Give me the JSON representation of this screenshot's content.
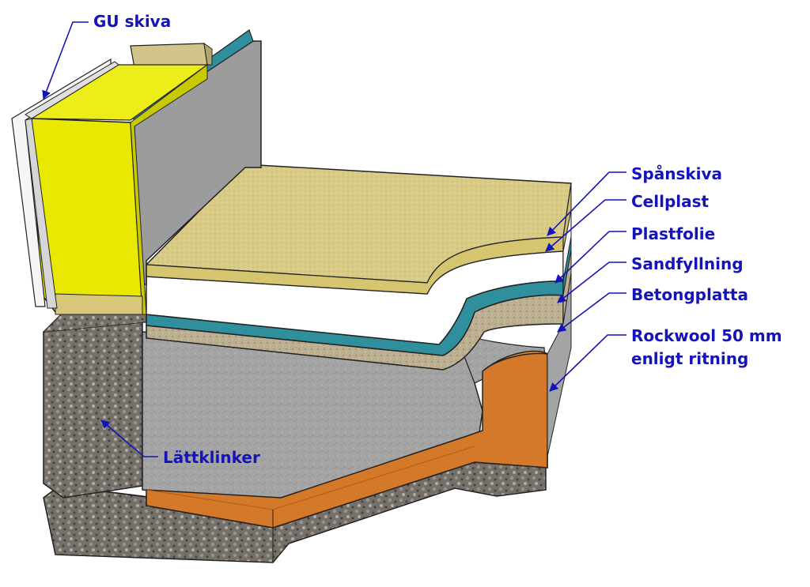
{
  "labels": {
    "gu_skiva": "GU skiva",
    "spanskiva": "Spånskiva",
    "cellplast": "Cellplast",
    "plastfolie": "Plastfolie",
    "sandfyllning": "Sandfyllning",
    "betongplatta": "Betongplatta",
    "rockwool_line1": "Rockwool 50 mm",
    "rockwool_line2": "enligt ritning",
    "lattklinker": "Lättklinker"
  },
  "colors": {
    "label_text": "#1414b8",
    "leader_line": "#1414b8",
    "spanskiva": "#d8c880",
    "cellplast": "#ffffff",
    "plastfolie": "#2e8c9a",
    "sandfyllning": "#b8aa8c",
    "betong": "#a0a0a0",
    "rockwool": "#d87f28",
    "lattklinker": "#6e6a66",
    "insulation_yellow": "#e6e600",
    "gu_board": "#eeeeee",
    "wall_grey": "#9c9c9c"
  }
}
